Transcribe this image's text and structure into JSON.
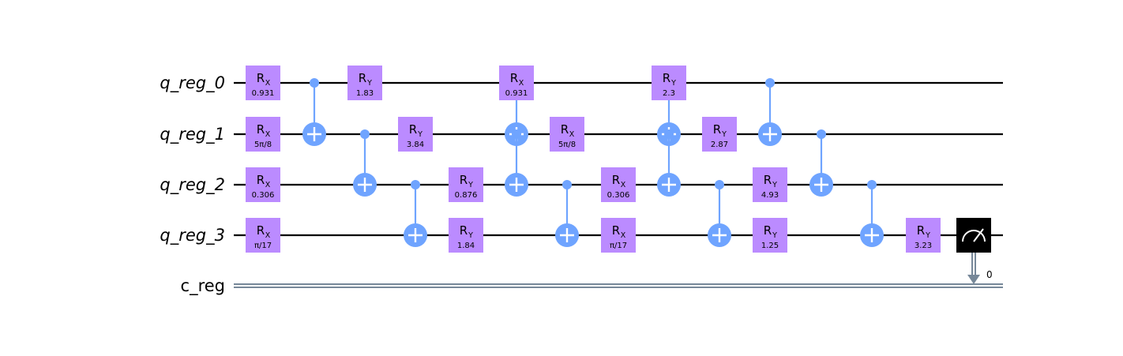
{
  "circuit": {
    "qubits": [
      "q_reg_0",
      "q_reg_1",
      "q_reg_2",
      "q_reg_3"
    ],
    "classical_register": "c_reg",
    "measure_bit_label": "0",
    "colors": {
      "rotation_gate": "#bb8bff",
      "cnot": "#6fa4ff",
      "wire": "#000000",
      "classical_wire": "#778899",
      "measure": "#000000"
    },
    "operations": [
      {
        "col": 0,
        "type": "rx",
        "label": "R",
        "sub": "X",
        "qubit": 0,
        "param": "0.931"
      },
      {
        "col": 0,
        "type": "rx",
        "label": "R",
        "sub": "X",
        "qubit": 1,
        "param": "5π/8"
      },
      {
        "col": 0,
        "type": "rx",
        "label": "R",
        "sub": "X",
        "qubit": 2,
        "param": "0.306"
      },
      {
        "col": 0,
        "type": "rx",
        "label": "R",
        "sub": "X",
        "qubit": 3,
        "param": "π/17"
      },
      {
        "col": 1,
        "type": "cx",
        "control": 0,
        "target": 1
      },
      {
        "col": 2,
        "type": "ry",
        "label": "R",
        "sub": "Y",
        "qubit": 0,
        "param": "1.83"
      },
      {
        "col": 2,
        "type": "cx",
        "control": 1,
        "target": 2
      },
      {
        "col": 3,
        "type": "ry",
        "label": "R",
        "sub": "Y",
        "qubit": 1,
        "param": "3.84"
      },
      {
        "col": 3,
        "type": "cx",
        "control": 2,
        "target": 3
      },
      {
        "col": 4,
        "type": "ry",
        "label": "R",
        "sub": "Y",
        "qubit": 2,
        "param": "0.876"
      },
      {
        "col": 4,
        "type": "ry",
        "label": "R",
        "sub": "Y",
        "qubit": 3,
        "param": "1.84"
      },
      {
        "col": 5,
        "type": "cx",
        "control": 0,
        "target": 1
      },
      {
        "col": 6,
        "type": "rx",
        "label": "R",
        "sub": "X",
        "qubit": 0,
        "param": "0.931"
      },
      {
        "col": 6,
        "type": "cx",
        "control": 1,
        "target": 2
      },
      {
        "col": 7,
        "type": "rx",
        "label": "R",
        "sub": "X",
        "qubit": 1,
        "param": "5π/8"
      },
      {
        "col": 7,
        "type": "cx",
        "control": 2,
        "target": 3
      },
      {
        "col": 8,
        "type": "rx",
        "label": "R",
        "sub": "X",
        "qubit": 2,
        "param": "0.306"
      },
      {
        "col": 8,
        "type": "rx",
        "label": "R",
        "sub": "X",
        "qubit": 3,
        "param": "π/17"
      },
      {
        "col": 9,
        "type": "cx",
        "control": 0,
        "target": 1
      },
      {
        "col": 10,
        "type": "ry",
        "label": "R",
        "sub": "Y",
        "qubit": 0,
        "param": "2.3"
      },
      {
        "col": 10,
        "type": "cx",
        "control": 1,
        "target": 2
      },
      {
        "col": 11,
        "type": "cx",
        "control": 2,
        "target": 3
      },
      {
        "col": 12,
        "type": "ry",
        "label": "R",
        "sub": "Y",
        "qubit": 1,
        "param": "2.87"
      },
      {
        "col": 13,
        "type": "ry",
        "label": "R",
        "sub": "Y",
        "qubit": 2,
        "param": "4.93"
      },
      {
        "col": 13,
        "type": "ry",
        "label": "R",
        "sub": "Y",
        "qubit": 3,
        "param": "1.25"
      },
      {
        "col": 13,
        "type": "cx",
        "control": 0,
        "target": 1
      },
      {
        "col": 14,
        "type": "cx",
        "control": 1,
        "target": 2
      },
      {
        "col": 15,
        "type": "cx",
        "control": 2,
        "target": 3
      },
      {
        "col": 16,
        "type": "ry",
        "label": "R",
        "sub": "Y",
        "qubit": 3,
        "param": "3.23"
      },
      {
        "col": 17,
        "type": "measure",
        "qubit": 3,
        "clbit": 0
      }
    ]
  }
}
